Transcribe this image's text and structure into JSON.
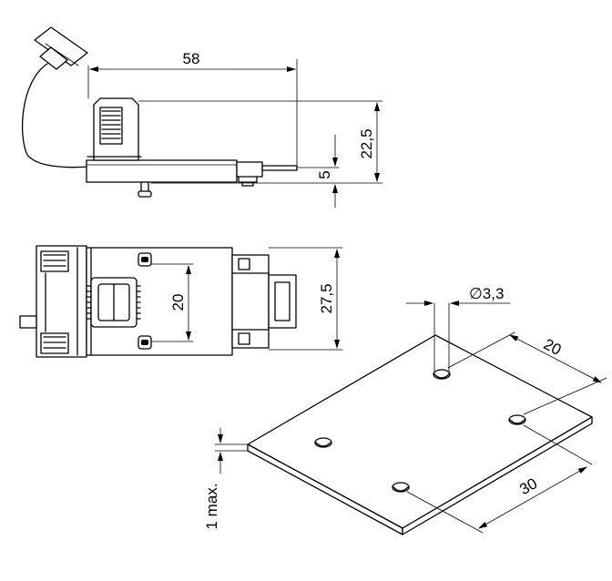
{
  "drawing": {
    "dims": {
      "width_58": "58",
      "height_22_5": "22,5",
      "offset_5": "5",
      "spacing_20_front": "20",
      "depth_27_5": "27,5",
      "hole_dia": "∅3,3",
      "hole_pitch_20": "20",
      "hole_pitch_30": "30",
      "thickness": "1 max."
    }
  }
}
